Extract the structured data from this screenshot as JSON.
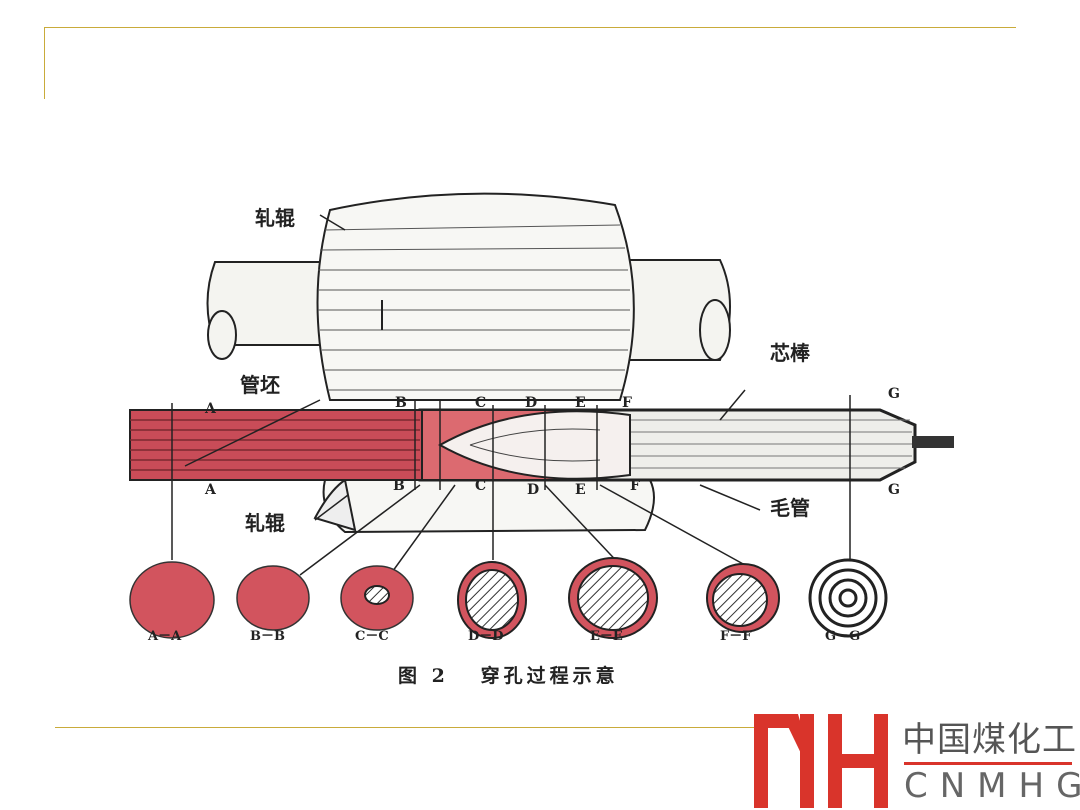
{
  "diagram": {
    "labels": {
      "roll_top": "轧辊",
      "roll_bottom": "轧辊",
      "billet": "管坯",
      "mandrel": "芯棒",
      "shell": "毛管"
    },
    "section_marks": [
      "A",
      "B",
      "C",
      "D",
      "E",
      "F",
      "G"
    ],
    "cross_sections": [
      "A－A",
      "B－B",
      "C－C",
      "D－D",
      "E－E",
      "F－F",
      "G－G"
    ],
    "caption": "图 2   穿孔过程示意",
    "colors": {
      "billet": "#d0505a",
      "accent_line": "#c9ab3a"
    }
  },
  "logo": {
    "chinese": "中国煤化工",
    "english": "CNMHG",
    "mark": "MH"
  }
}
